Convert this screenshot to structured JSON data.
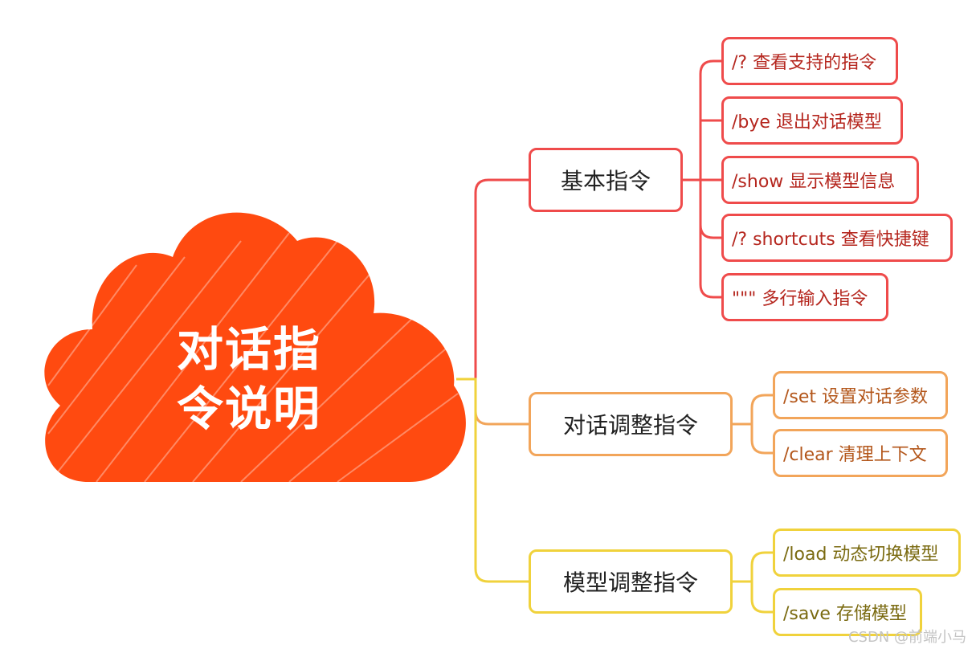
{
  "root": {
    "title": "对话指令说明",
    "color": "#ff4a10"
  },
  "branches": [
    {
      "label": "基本指令",
      "color": "#ef4b4b",
      "children": [
        "/? 查看支持的指令",
        "/bye 退出对话模型",
        "/show 显示模型信息",
        "/? shortcuts 查看快捷键",
        "\"\"\" 多行输入指令"
      ]
    },
    {
      "label": "对话调整指令",
      "color": "#f2a55a",
      "children": [
        "/set 设置对话参数",
        "/clear 清理上下文"
      ]
    },
    {
      "label": "模型调整指令",
      "color": "#f0d23c",
      "children": [
        "/load 动态切换模型",
        "/save 存储模型"
      ]
    }
  ],
  "watermark": "CSDN @前端小马"
}
